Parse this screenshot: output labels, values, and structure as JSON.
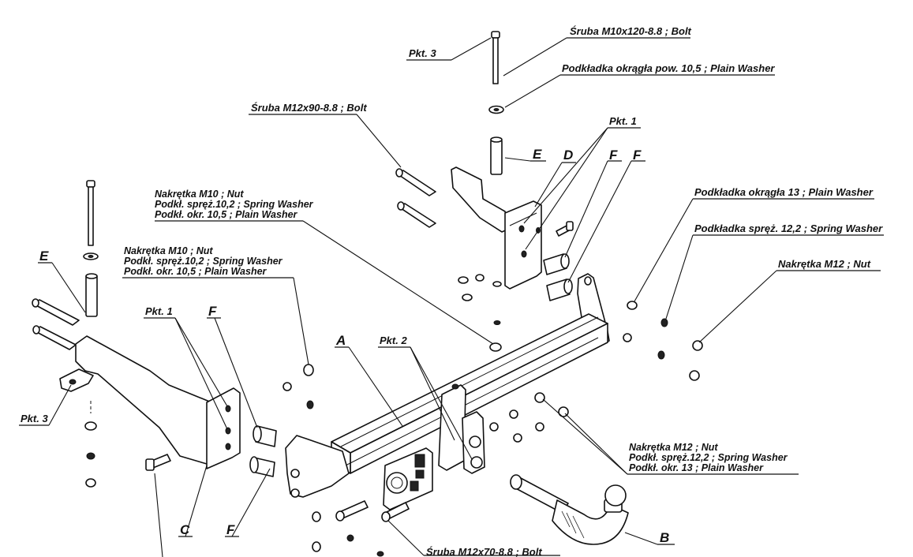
{
  "labels": {
    "bolt_m10x120": "Śruba M10x120-8.8 ; Bolt",
    "pkt3_top": "Pkt. 3",
    "washer_10_5_top": "Podkładka okrągła pow. 10,5 ; Plain Washer",
    "bolt_m12x90": "Śruba M12x90-8.8 ; Bolt",
    "pkt1_top": "Pkt. 1",
    "e_top": "E",
    "d_top": "D",
    "f_top1": "F",
    "f_top2": "F",
    "nut_m10_a": "Nakrętka M10 ; Nut",
    "spring_10_2_a": "Podkł. spręż.10,2 ; Spring Washer",
    "plain_10_5_a": "Podkł. okr. 10,5 ; Plain Washer",
    "washer_13_right": "Podkładka okrągła 13 ; Plain Washer",
    "spring_12_2_right": "Podkładka spręż. 12,2 ; Spring Washer",
    "nut_m12_right": "Nakrętka M12 ; Nut",
    "nut_m10_b": "Nakrętka M10 ; Nut",
    "spring_10_2_b": "Podkł. spręż.10,2 ; Spring Washer",
    "plain_10_5_b": "Podkł. okr. 10,5 ; Plain Washer",
    "e_left": "E",
    "pkt1_left": "Pkt. 1",
    "f_left": "F",
    "a_bar": "A",
    "pkt2": "Pkt. 2",
    "pkt3_left": "Pkt. 3",
    "c_left": "C",
    "f_bottom": "F",
    "nut_m12_bottom": "Nakrętka M12 ; Nut",
    "spring_12_2_bottom": "Podkł. spręż.12,2 ; Spring Washer",
    "plain_13_bottom": "Podkł. okr. 13 ; Plain Washer",
    "b_ball": "B",
    "bolt_m12x70": "Śruba M12x70-8.8 ; Bolt"
  }
}
